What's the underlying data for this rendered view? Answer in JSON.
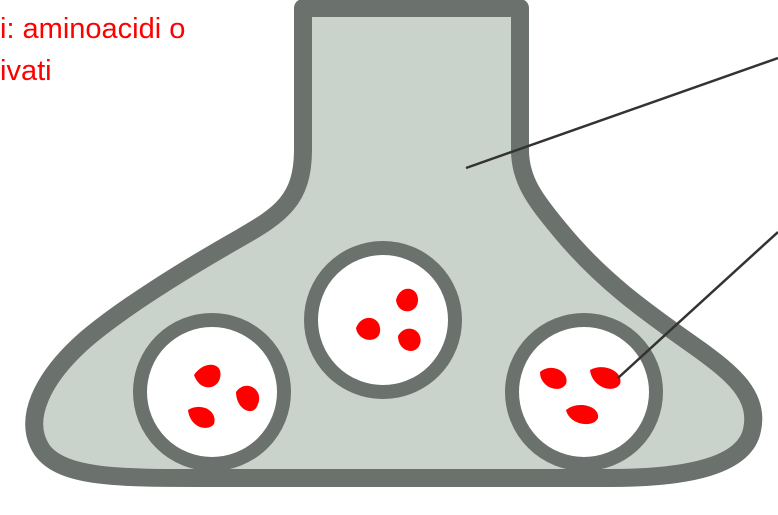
{
  "caption": {
    "line1": "i: aminoacidi o",
    "line2": "ivati"
  },
  "colors": {
    "membrane": "#6b716d",
    "cytoplasm": "#c9d3cc",
    "vesicle_interior": "#ffffff",
    "neurotransmitter": "#ff0000",
    "caption_text": "#ff0000",
    "pointer_line": "#333333"
  },
  "vesicles": [
    {
      "name": "vesicle-left",
      "molecule_count": 3
    },
    {
      "name": "vesicle-center",
      "molecule_count": 3
    },
    {
      "name": "vesicle-right",
      "molecule_count": 3
    }
  ],
  "pointers": [
    {
      "name": "pointer-cytoplasm",
      "target": "terminal cytoplasm"
    },
    {
      "name": "pointer-vesicle",
      "target": "right vesicle contents"
    }
  ]
}
